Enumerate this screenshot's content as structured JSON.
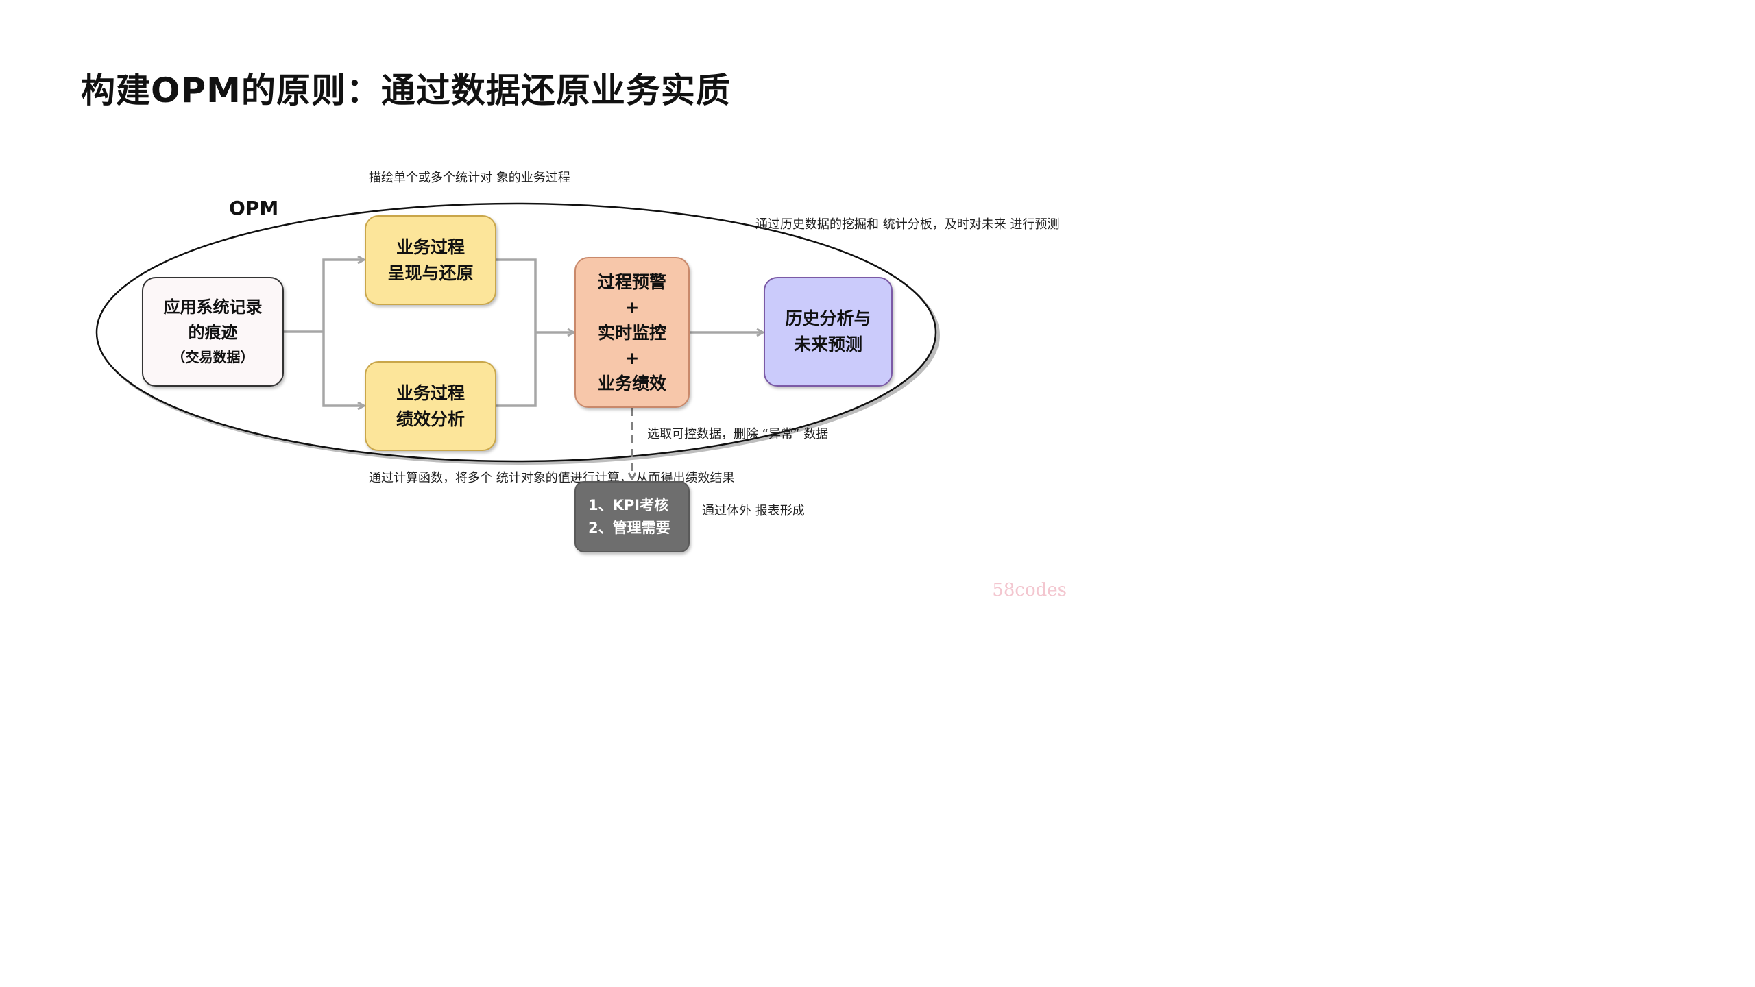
{
  "title": "构建OPM的原则：通过数据还原业务实质",
  "opm_label": "OPM",
  "nodes": {
    "source": {
      "lines": [
        "应用系统记录",
        "的痕迹"
      ],
      "sub": "（交易数据）"
    },
    "process_present": {
      "lines": [
        "业务过程",
        "呈现与还原"
      ]
    },
    "process_performance": {
      "lines": [
        "业务过程",
        "绩效分析"
      ]
    },
    "monitor": {
      "lines": [
        "过程预警",
        "+",
        "实时监控",
        "+",
        "业务绩效"
      ]
    },
    "forecast": {
      "lines": [
        "历史分析与",
        "未来预测"
      ]
    },
    "kpi": {
      "lines": [
        "1、KPI考核",
        "2、管理需要"
      ]
    }
  },
  "notes": {
    "present": [
      "描绘单个或多个统计对",
      "象的业务过程"
    ],
    "performance": [
      "通过计算函数，将多个",
      "统计对象的值进行计算，",
      "从而得出绩效结果"
    ],
    "forecast": [
      "通过历史数据的挖掘和",
      "统计分板，及时对未来",
      "进行预测"
    ],
    "select": [
      "选取可控数据，删除",
      "“异常” 数据"
    ],
    "kpi": [
      "通过体外",
      "报表形成"
    ]
  },
  "watermark": "58codes",
  "colors": {
    "yellow": "#fce59a",
    "orange": "#f7c7aa",
    "purple": "#cbcbfb",
    "white": "#fcf7f8",
    "gray": "#6e6e6e",
    "arrow": "#a6a6a6"
  }
}
